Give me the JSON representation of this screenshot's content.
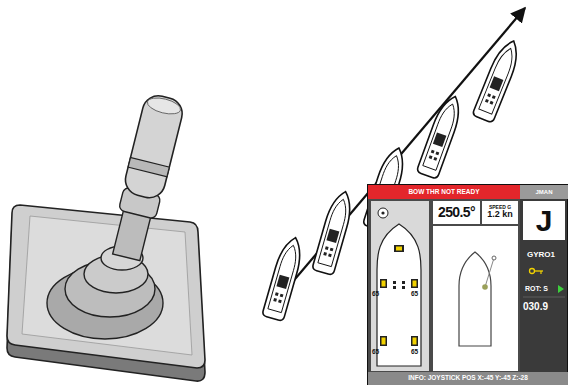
{
  "diagram": {
    "nodes": [
      {
        "text": [
          "BOW THR NOT READY"
        ]
      },
      {
        "text": [
          "JMAN"
        ]
      },
      {
        "text": [
          "250.5°"
        ]
      },
      {
        "text": [
          "SPEED G",
          "1.2 kn"
        ]
      },
      {
        "text": [
          "J"
        ]
      },
      {
        "text": [
          "INFO: JOYSTICK POS X:-45 Y:-45 Z:-28"
        ]
      }
    ],
    "labels": [
      "65",
      "65",
      "65",
      "65",
      "GYRO1",
      "ROT: S",
      "030.9"
    ]
  }
}
